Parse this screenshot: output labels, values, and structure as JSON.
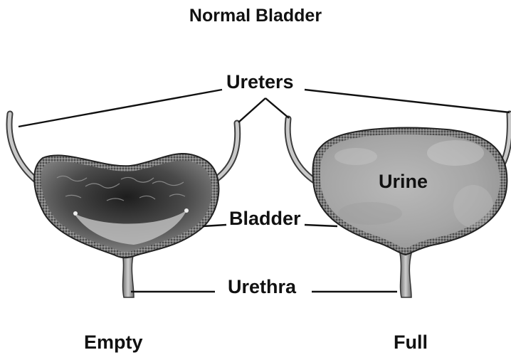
{
  "title": "Normal Bladder",
  "labels": {
    "ureters": "Ureters",
    "bladder": "Bladder",
    "urethra": "Urethra",
    "urine": "Urine"
  },
  "captions": {
    "empty": "Empty",
    "full": "Full"
  }
}
